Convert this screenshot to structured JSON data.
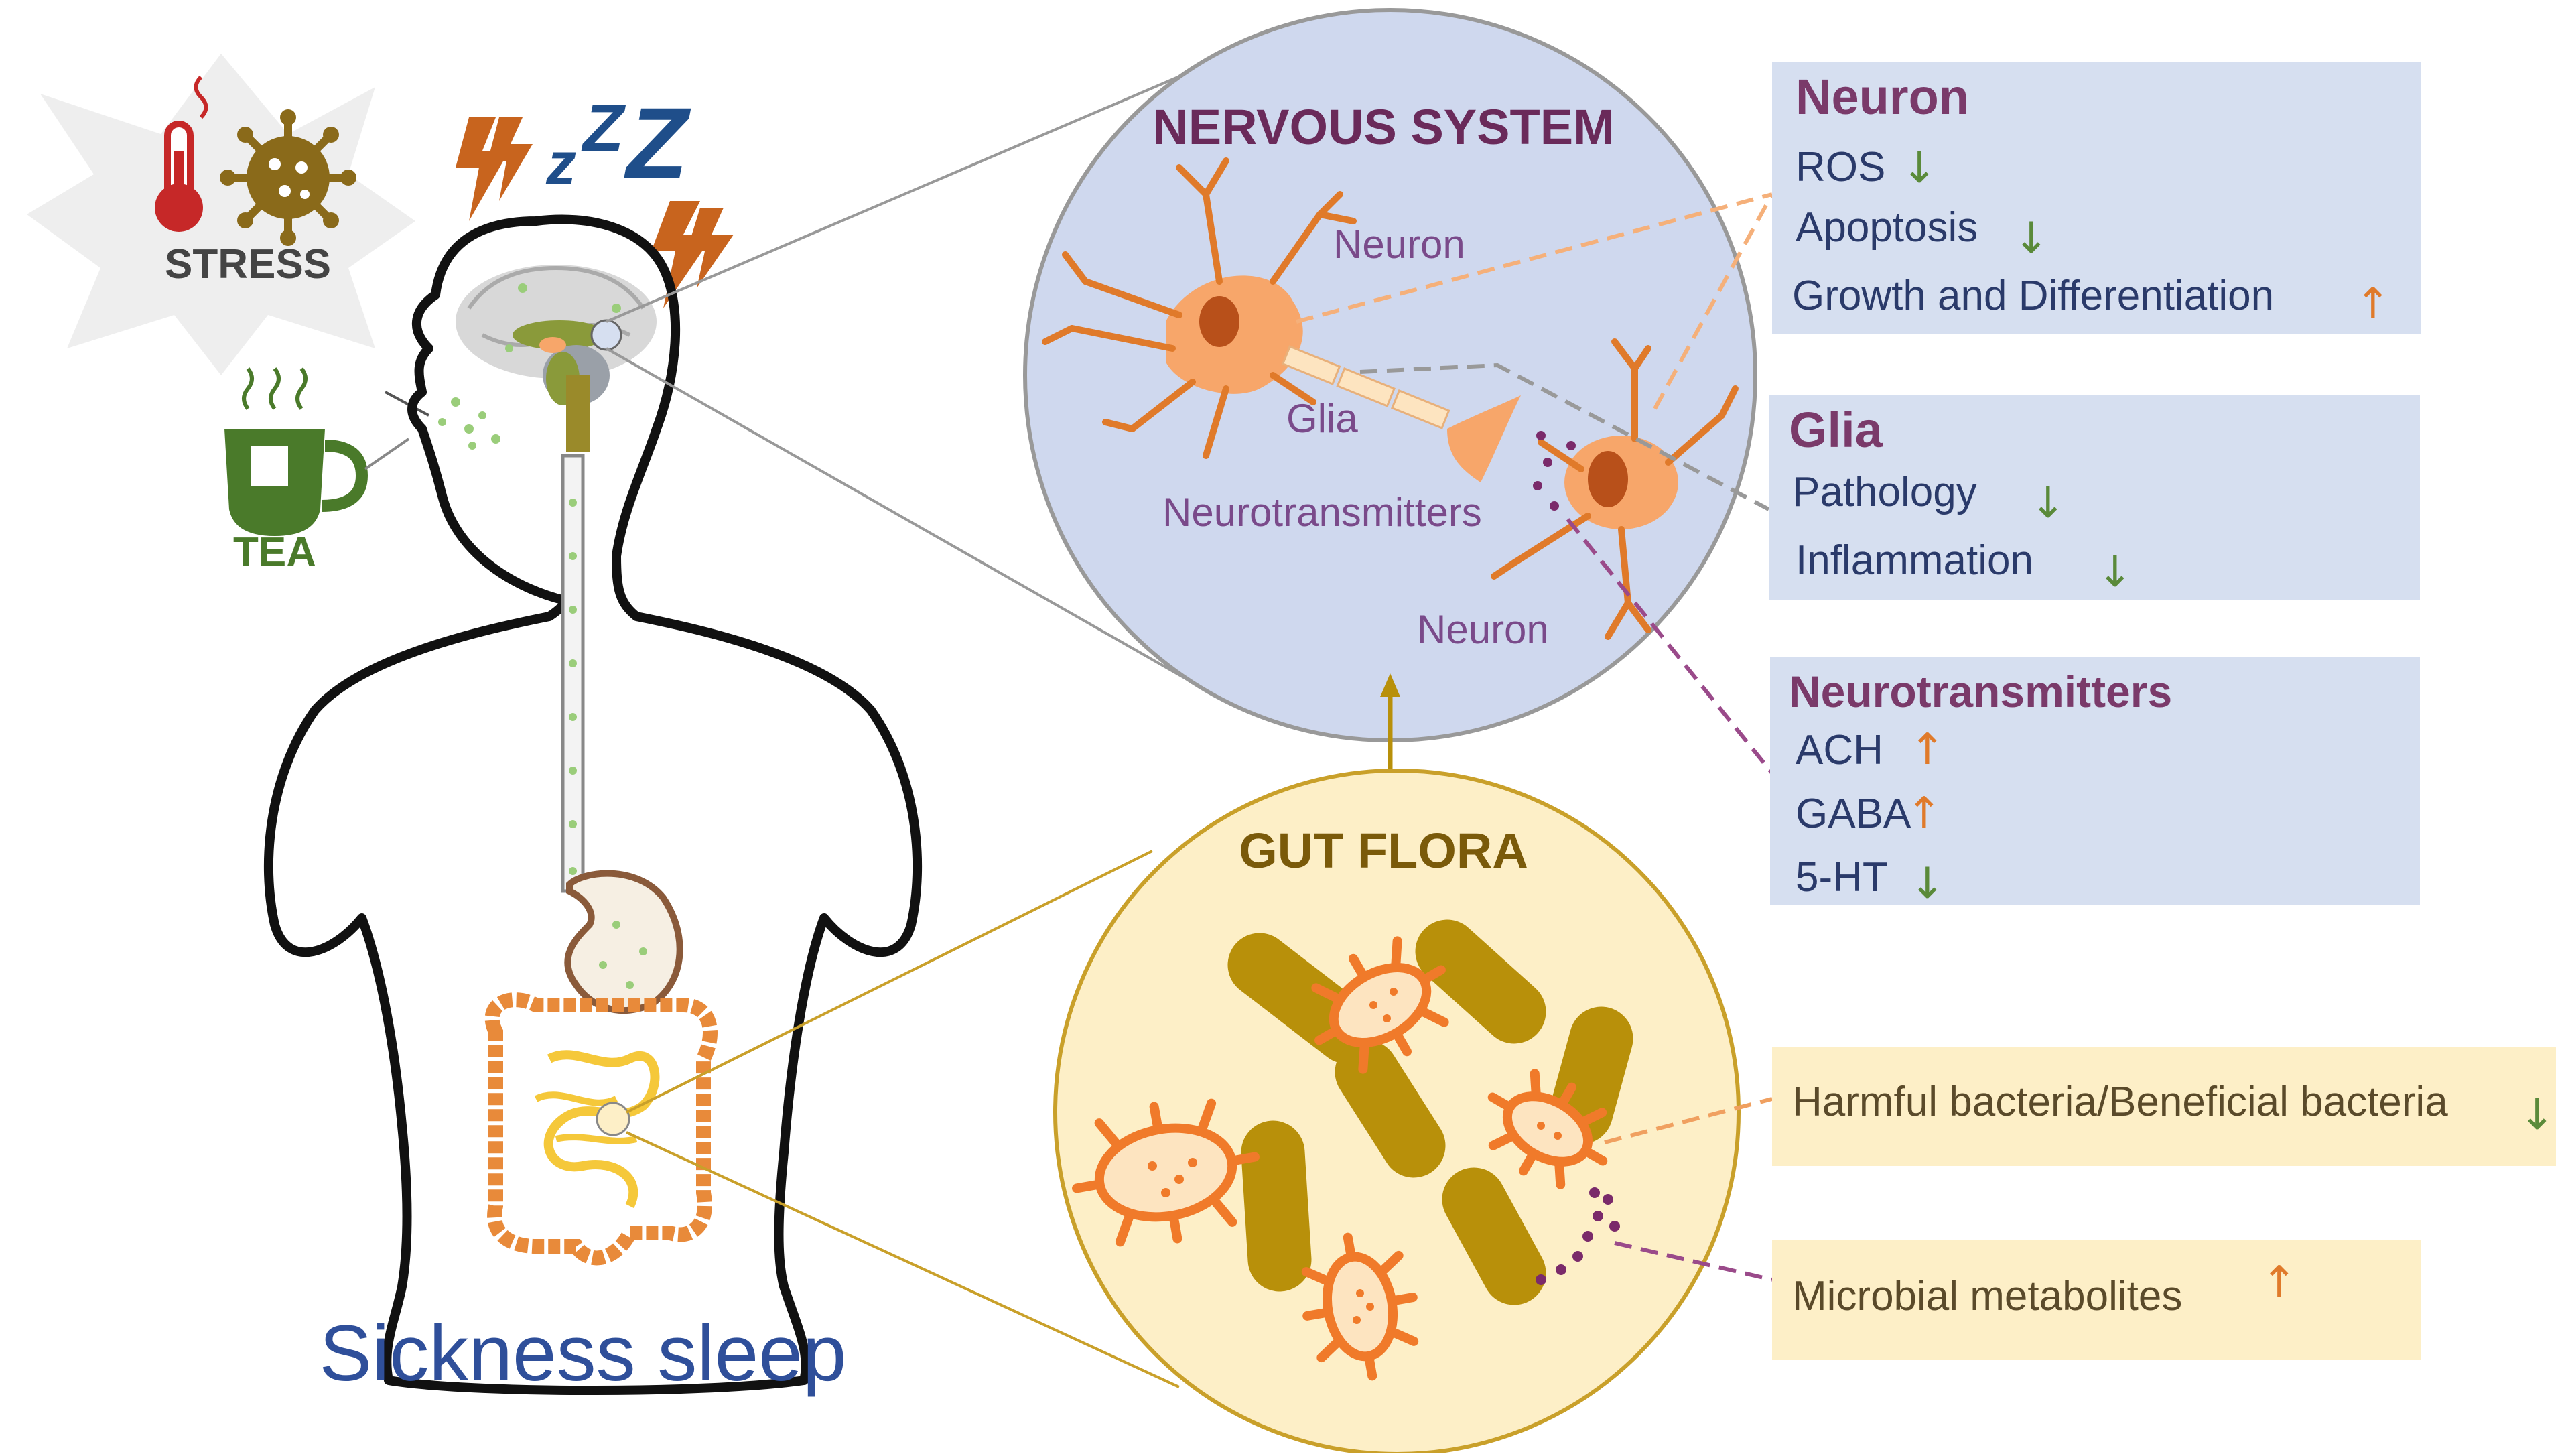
{
  "left": {
    "stress_label": "STRESS",
    "tea_label": "TEA",
    "caption": "Sickness sleep",
    "zzz": [
      "z",
      "Z",
      "Z"
    ]
  },
  "nervous_system": {
    "title": "NERVOUS SYSTEM",
    "labels": {
      "neuron_top": "Neuron",
      "glia": "Glia",
      "neurotransmitters": "Neurotransmitters",
      "neuron_bottom": "Neuron"
    }
  },
  "gut_flora": {
    "title": "GUT FLORA"
  },
  "panels": {
    "neuron": {
      "title": "Neuron",
      "items": [
        {
          "label": "ROS",
          "arrow": "↓",
          "dir": "down"
        },
        {
          "label": "Apoptosis",
          "arrow": "↓",
          "dir": "down"
        },
        {
          "label": "Growth and Differentiation",
          "arrow": "↑",
          "dir": "up"
        }
      ]
    },
    "glia": {
      "title": "Glia",
      "items": [
        {
          "label": "Pathology",
          "arrow": "↓",
          "dir": "down"
        },
        {
          "label": "Inflammation",
          "arrow": "↓",
          "dir": "down"
        }
      ]
    },
    "neurotransmitters": {
      "title": "Neurotransmitters",
      "items": [
        {
          "label": "ACH",
          "arrow": "↑",
          "dir": "up"
        },
        {
          "label": "GABA",
          "arrow": "↑",
          "dir": "up"
        },
        {
          "label": "5-HT",
          "arrow": "↓",
          "dir": "down"
        }
      ]
    },
    "harmful": {
      "label": "Harmful bacteria/Beneficial bacteria",
      "arrow": "↓",
      "dir": "down"
    },
    "metabolites": {
      "label": "Microbial metabolites",
      "arrow": "↑",
      "dir": "up"
    }
  },
  "colors": {
    "panel_blue": "#d6dff0",
    "panel_yellow": "#fdefc7",
    "circle_blue": "#cfd8ee",
    "circle_yellow": "#fdefc7",
    "title_purple": "#7a3a6a",
    "up_orange": "#e07a2a",
    "down_green": "#5a8a3a",
    "neuron_orange": "#f7a66a",
    "bacteria_olive": "#b8900a",
    "caption_blue": "#2f4f9a",
    "tea_green": "#4a7a2a"
  }
}
